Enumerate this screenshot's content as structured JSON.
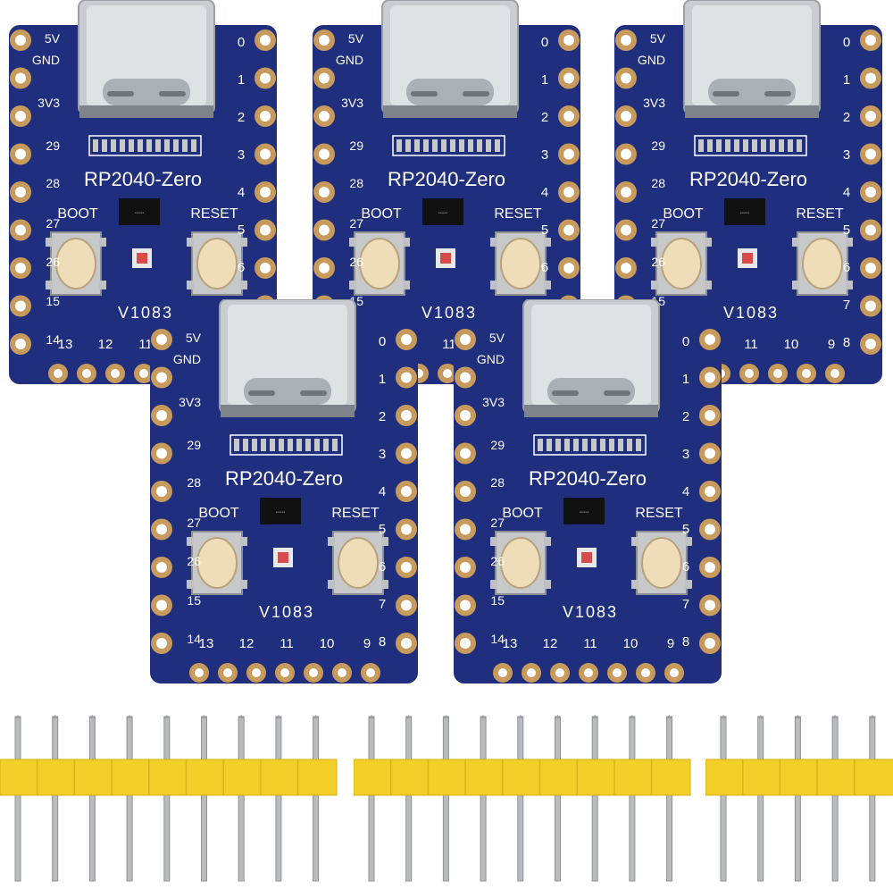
{
  "boards": [
    {
      "id": "back-left"
    },
    {
      "id": "back-middle"
    },
    {
      "id": "back-right"
    },
    {
      "id": "front-left"
    },
    {
      "id": "front-right"
    }
  ],
  "silkscreen": {
    "title": "RP2040-Zero",
    "version": "V1083",
    "boot_label": "BOOT",
    "reset_label": "RESET",
    "left_pins": [
      "5V",
      "GND",
      "3V3",
      "29",
      "28",
      "27",
      "26",
      "15",
      "14"
    ],
    "right_pins": [
      "0",
      "1",
      "2",
      "3",
      "4",
      "5",
      "6",
      "7",
      "8"
    ],
    "bottom_pins": [
      "13",
      "12",
      "11",
      "10",
      "9"
    ]
  },
  "header_strips": [
    {
      "id": "strip-left",
      "pin_count": 9
    },
    {
      "id": "strip-middle",
      "pin_count": 9
    },
    {
      "id": "strip-right",
      "pin_count": 5
    }
  ],
  "colors": {
    "pcb": "#1f2f7e",
    "pcb_dark": "#17246a",
    "pad_gold": "#c89a5c",
    "silkscreen": "#ffffff",
    "usb_metal": "#cfd2d6",
    "header_yellow": "#f3cf2a",
    "pin_metal": "#b9bbbe",
    "led_red": "#d94a4a",
    "button_cream": "#efdcb8"
  }
}
